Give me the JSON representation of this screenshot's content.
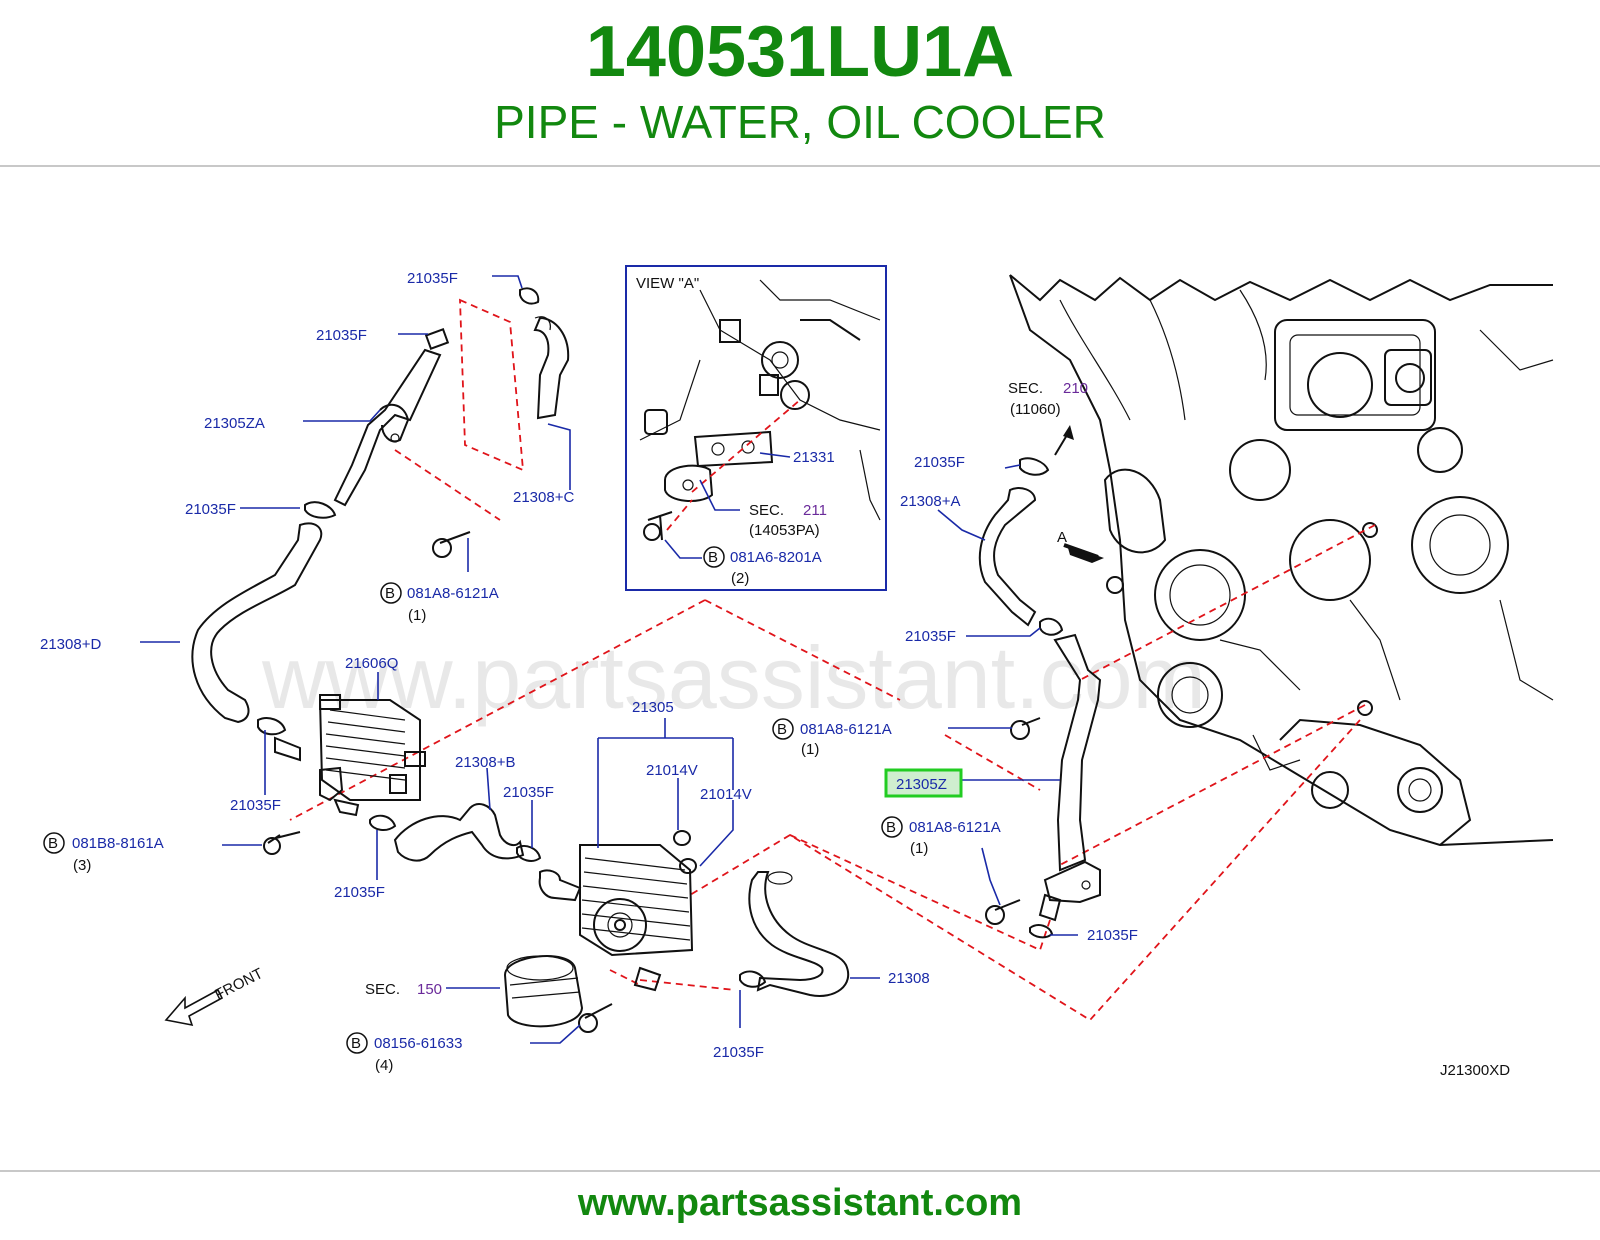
{
  "header": {
    "part_number": "140531LU1A",
    "description": "PIPE - WATER, OIL COOLER"
  },
  "footer": {
    "url": "www.partsassistant.com"
  },
  "watermark": "www.partsassistant.com",
  "diagram_code": "J21300XD",
  "view_box": {
    "title": "VIEW \"A\""
  },
  "bolt_marker": "B",
  "labels": {
    "clamp_top": "21035F",
    "clamp_upper_left": "21035F",
    "pipe_21305ZA": "21305ZA",
    "clamp_mid_left": "21035F",
    "hose_21308C": "21308+C",
    "hose_21308D": "21308+D",
    "bolt_081A8_left": "081A8-6121A",
    "bolt_081A8_left_qty": "(1)",
    "cooler_21606Q": "21606Q",
    "clamp_lower_left": "21035F",
    "bolt_081B8": "081B8-8161A",
    "bolt_081B8_qty": "(3)",
    "hose_21308B": "21308+B",
    "clamp_b1": "21035F",
    "clamp_b2": "21035F",
    "cooler_21305": "21305",
    "oring_1": "21014V",
    "oring_2": "21014V",
    "sec150_label": "SEC.",
    "sec150_num": "150",
    "bolt_08156": "08156-61633",
    "bolt_08156_qty": "(4)",
    "clamp_bottom": "21035F",
    "hose_21308": "21308",
    "gasket_21331": "21331",
    "sec211_label": "SEC.",
    "sec211_num": "211",
    "sec211_ref": "(14053PA)",
    "bolt_081A6": "081A6-8201A",
    "bolt_081A6_qty": "(2)",
    "sec210_label": "SEC.",
    "sec210_num": "210",
    "sec210_ref": "(11060)",
    "clamp_right_top": "21035F",
    "hose_21308A": "21308+A",
    "view_arrow": "A",
    "clamp_right_mid": "21035F",
    "bolt_081A8_mid": "081A8-6121A",
    "bolt_081A8_mid_qty": "(1)",
    "pipe_21305Z": "21305Z",
    "bolt_081A8_right": "081A8-6121A",
    "bolt_081A8_right_qty": "(1)",
    "clamp_right_bottom": "21035F",
    "front_label": "FRONT"
  },
  "colors": {
    "brand_green": "#12880f",
    "label_blue": "#1a2aa8",
    "section_purple": "#6a2a9a",
    "dash_red": "#e0141a",
    "highlight_green": "#22cc22"
  }
}
